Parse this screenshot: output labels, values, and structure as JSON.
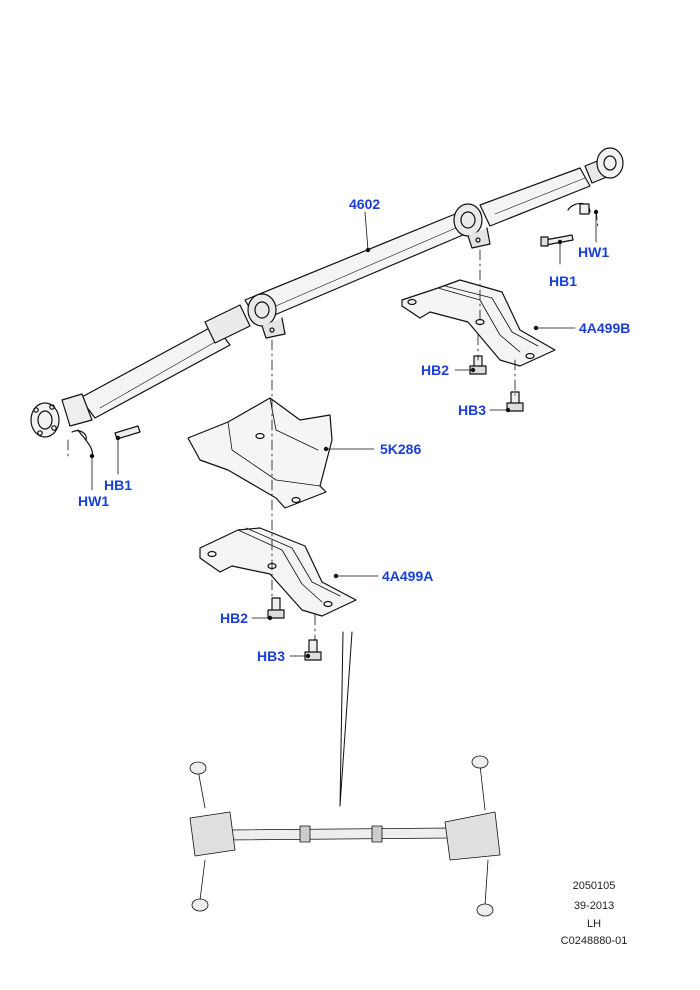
{
  "callouts": {
    "shaft": "4602",
    "hw1_right": "HW1",
    "hb1_right": "HB1",
    "bracket_b": "4A499B",
    "hb2_upper": "HB2",
    "hb3_upper": "HB3",
    "hb1_left": "HB1",
    "hw1_left": "HW1",
    "shield": "5K286",
    "bracket_a": "4A499A",
    "hb2_lower": "HB2",
    "hb3_lower": "HB3"
  },
  "meta": {
    "code": "2050105",
    "date": "39-2013",
    "side": "LH",
    "ref": "C0248880-01"
  },
  "colors": {
    "callout": "#1a3fd6",
    "line": "#111111",
    "part_fill": "#f2f2f2"
  }
}
